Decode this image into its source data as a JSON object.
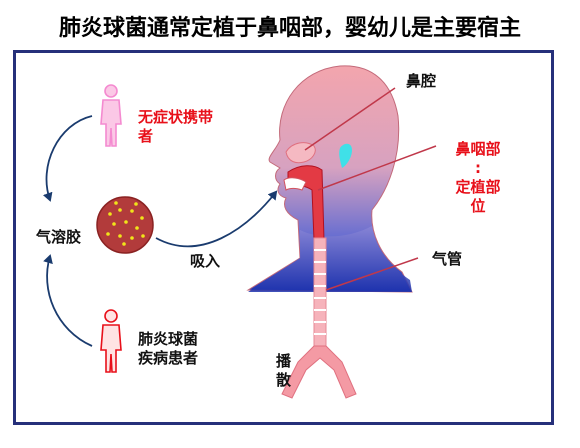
{
  "title": "肺炎球菌通常定植于鼻咽部，婴幼儿是主要宿主",
  "labels": {
    "carrier_line1": "无症状携带",
    "carrier_line2": "者",
    "aerosol": "气溶胶",
    "patient_line1": "肺炎球菌",
    "patient_line2": "疾病患者",
    "inhale": "吸入",
    "nasal_cavity": "鼻腔",
    "nasopharynx": "鼻咽部",
    "colon": ":",
    "colonization_line1": "定植部",
    "colonization_line2": "位",
    "trachea": "气管",
    "spread_line1": "播",
    "spread_line2": "散"
  },
  "colors": {
    "panel_border": "#26307a",
    "red_text": "#e8101a",
    "head_pink": "#f3a5ad",
    "head_blue": "#2a3fb5",
    "aerosol_fill": "#b23b3b",
    "dots": "#f0e51a",
    "carrier_figure": "#f48ad0",
    "patient_figure": "#e8101a",
    "arrows": "#1a3b6e"
  }
}
